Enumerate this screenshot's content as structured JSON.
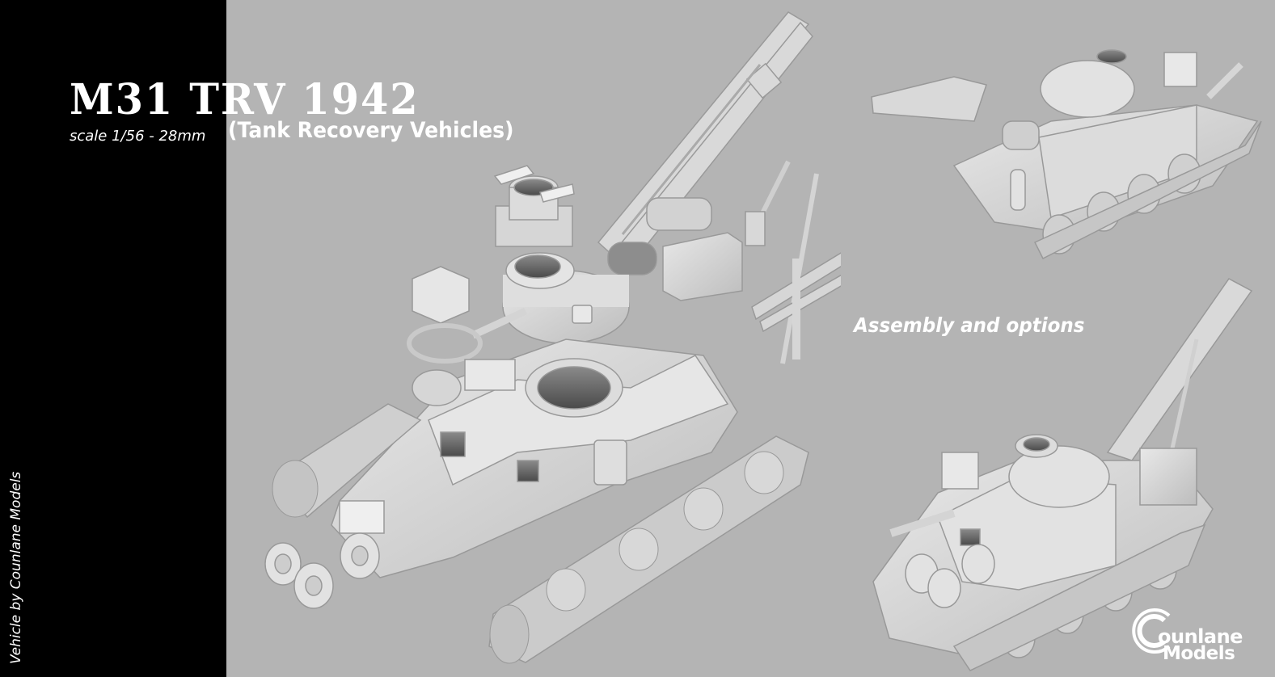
{
  "header": {
    "title": "M31 TRV 1942",
    "scale": "scale 1/56 - 28mm",
    "subtitle": "(Tank Recovery Vehicles)"
  },
  "sidebar": {
    "credit": "Vehicle by Counlane Models",
    "background": "#000000"
  },
  "main": {
    "background": "#b4b4b4",
    "caption": "Assembly and options",
    "renders": [
      {
        "name": "exploded-assembly-view",
        "description": "Exploded 3D render of the M31 TRV: hull, turret, crane boom, tracks, road wheels, stowage boxes, tools and ladder"
      },
      {
        "name": "rear-three-quarter-view",
        "description": "Assembled M31 TRV seen from the rear three-quarter angle with boom folded forward"
      },
      {
        "name": "front-three-quarter-view",
        "description": "Assembled M31 TRV seen from the front three-quarter angle with boom raised"
      }
    ]
  },
  "logo": {
    "line1": "ounlane",
    "line2": "Models",
    "initial": "C",
    "color": "#ffffff"
  }
}
